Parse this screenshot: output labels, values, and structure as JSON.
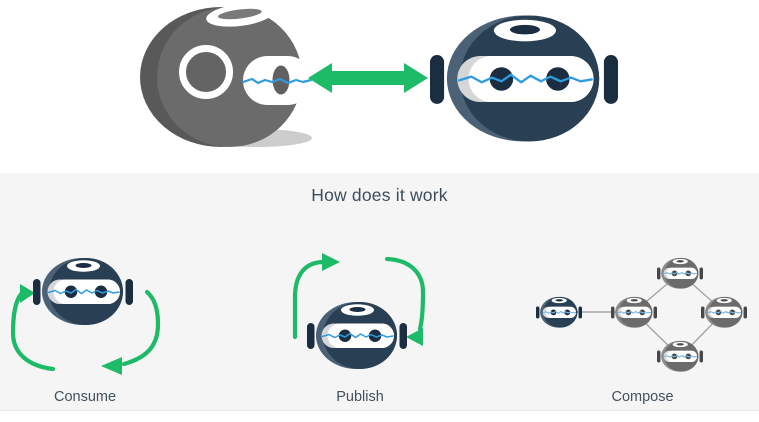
{
  "section": {
    "title": "How does it work",
    "panels": [
      {
        "id": "consume",
        "label": "Consume"
      },
      {
        "id": "publish",
        "label": "Publish"
      },
      {
        "id": "compose",
        "label": "Compose"
      }
    ]
  },
  "colors": {
    "green_arrow": "#1dba67",
    "wave_blue": "#2f9ce0",
    "wave_blue_light": "#79b6e0",
    "connector_line": "#a4a4aa",
    "section_bg": "#f5f5f6",
    "section_divider": "#e8e8ea",
    "title_text": "#3c4d5d",
    "label_text": "#40515f",
    "navy": {
      "main": "#293f54",
      "dark": "#1a2d41",
      "band": "#4a6176",
      "visor_shade": "#d5d6d8"
    },
    "gray": {
      "main": "#6b6b6b",
      "dark": "#474747",
      "band": "#8c8c8c",
      "visor_shade": "#dcdcdc",
      "profile_dark_band": "#595959",
      "ring_interior": "#646464",
      "eye": "#606060",
      "speaker_inner": "#7a7a7a",
      "shadow": "#cdcdcd"
    }
  }
}
